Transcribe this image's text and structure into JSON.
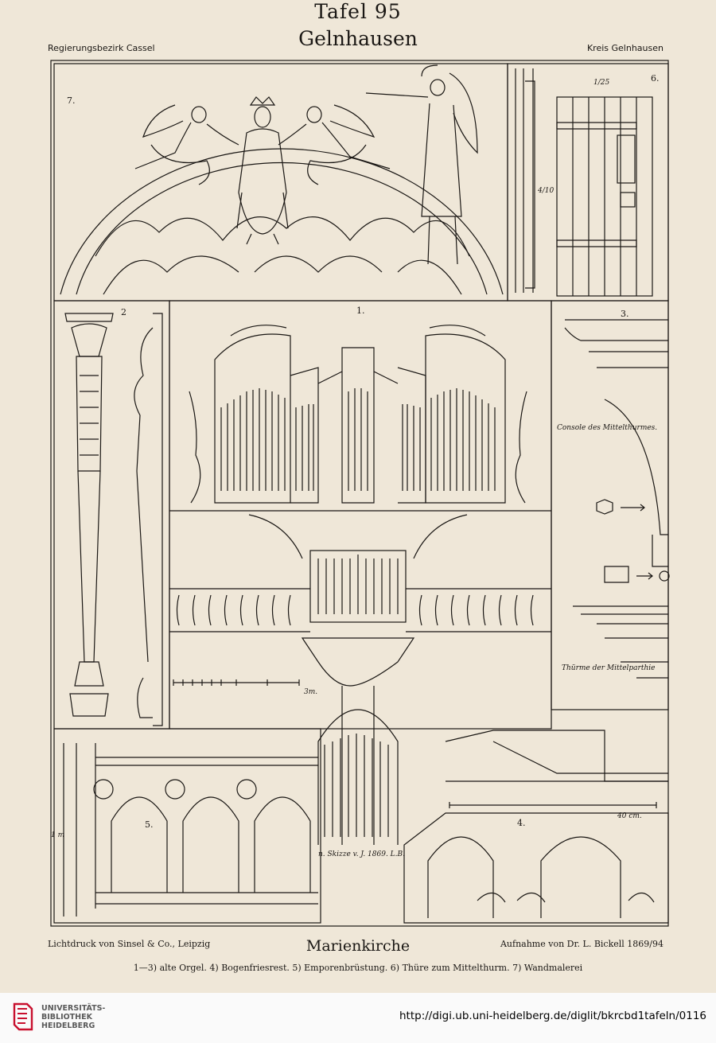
{
  "plate": {
    "title": "Tafel 95",
    "place": "Gelnhausen",
    "header_left": "Regierungsbezirk Cassel",
    "header_right": "Kreis Gelnhausen"
  },
  "figures": {
    "fig7_label": "7.",
    "fig6_label": "6.",
    "fig6_scale": "1/25",
    "fig6_height": "4/10",
    "fig2_label": "2",
    "fig1_label": "1.",
    "fig3_label": "3.",
    "fig3_note1": "Console des Mittelthurmes.",
    "fig3_note2": "Thürme der Mittelparthie",
    "fig1_scale": "3m.",
    "fig1_signature": "n. Skizze v. J. 1869. L.B.",
    "fig5_label": "5.",
    "fig5_side": "1 m",
    "fig4_label": "4.",
    "fig4_scale": "40 cm."
  },
  "footer": {
    "left": "Lichtdruck von Sinsel & Co., Leipzig",
    "center": "Marienkirche",
    "right": "Aufnahme von Dr. L. Bickell 1869/94",
    "caption": "1—3) alte Orgel. 4) Bogenfriesrest. 5) Emporenbrüstung. 6) Thüre zum Mittelthurm. 7) Wandmalerei"
  },
  "library_bar": {
    "logo_line1": "UNIVERSITÄTS-",
    "logo_line2": "BIBLIOTHEK",
    "logo_line3": "HEIDELBERG",
    "url": "http://digi.ub.uni-heidelberg.de/diglit/bkrcbd1tafeln/0116",
    "logo_color": "#c8102e"
  }
}
